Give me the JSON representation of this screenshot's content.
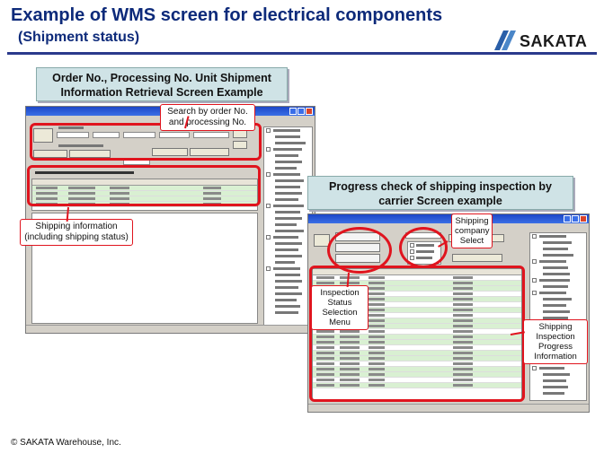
{
  "slide": {
    "title": "Example of WMS screen for electrical components",
    "subtitle": "(Shipment status)",
    "footer": "© SAKATA Warehouse, Inc."
  },
  "logo": {
    "text": "SAKATA",
    "mark_color": "#2a5fa8"
  },
  "left_section": {
    "heading_line1": "Order No., Processing No. Unit Shipment",
    "heading_line2": "Information Retrieval Screen Example",
    "callout_search": "Search by order No. and processing No.",
    "callout_shipping": "Shipping information (including shipping status)"
  },
  "right_section": {
    "heading_line1": "Progress check of shipping inspection by",
    "heading_line2": "carrier Screen example",
    "callout_company": "Shipping company Select",
    "callout_inspection": "Inspection Status Selection Menu",
    "callout_progress": "Shipping Inspection Progress Information"
  },
  "colors": {
    "title": "#0d2a7a",
    "heading_box": "#cfe3e6",
    "highlight": "#e0141e",
    "row_green": "#d9f0d2"
  }
}
